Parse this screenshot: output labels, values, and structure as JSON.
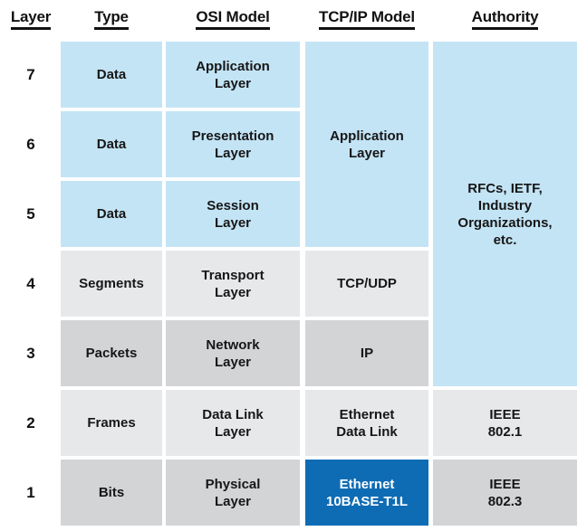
{
  "header": {
    "columns": [
      {
        "key": "layer",
        "label": "Layer"
      },
      {
        "key": "type",
        "label": "Type"
      },
      {
        "key": "osi",
        "label": "OSI Model"
      },
      {
        "key": "tcpip",
        "label": "TCP/IP Model"
      },
      {
        "key": "authority",
        "label": "Authority"
      }
    ]
  },
  "colors": {
    "light_blue": "#c3e4f5",
    "light_gray": "#e7e8ea",
    "medium_gray": "#d2d4d6",
    "accent_blue": "#0e6cb4",
    "accent_text": "#ffffff",
    "text": "#161616",
    "background": "#ffffff"
  },
  "rows": [
    {
      "layer": "7",
      "type": "Data",
      "osi_line1": "Application",
      "osi_line2": "Layer"
    },
    {
      "layer": "6",
      "type": "Data",
      "osi_line1": "Presentation",
      "osi_line2": "Layer"
    },
    {
      "layer": "5",
      "type": "Data",
      "osi_line1": "Session",
      "osi_line2": "Layer"
    },
    {
      "layer": "4",
      "type": "Segments",
      "osi_line1": "Transport",
      "osi_line2": "Layer",
      "tcpip_line1": "TCP/UDP",
      "tcpip_line2": ""
    },
    {
      "layer": "3",
      "type": "Packets",
      "osi_line1": "Network",
      "osi_line2": "Layer",
      "tcpip_line1": "IP",
      "tcpip_line2": ""
    },
    {
      "layer": "2",
      "type": "Frames",
      "osi_line1": "Data Link",
      "osi_line2": "Layer",
      "tcpip_line1": "Ethernet",
      "tcpip_line2": "Data Link",
      "authority_line1": "IEEE",
      "authority_line2": "802.1"
    },
    {
      "layer": "1",
      "type": "Bits",
      "osi_line1": "Physical",
      "osi_line2": "Layer",
      "tcpip_line1": "Ethernet",
      "tcpip_line2": "10BASE-T1L",
      "authority_line1": "IEEE",
      "authority_line2": "802.3"
    }
  ],
  "merged": {
    "tcpip_application": {
      "line1": "Application",
      "line2": "Layer",
      "spans_rows": "7-5"
    },
    "authority_upper": {
      "line1": "RFCs, IETF,",
      "line2": "Industry",
      "line3": "Organizations,",
      "line4": "etc.",
      "spans_rows": "7-3"
    }
  }
}
